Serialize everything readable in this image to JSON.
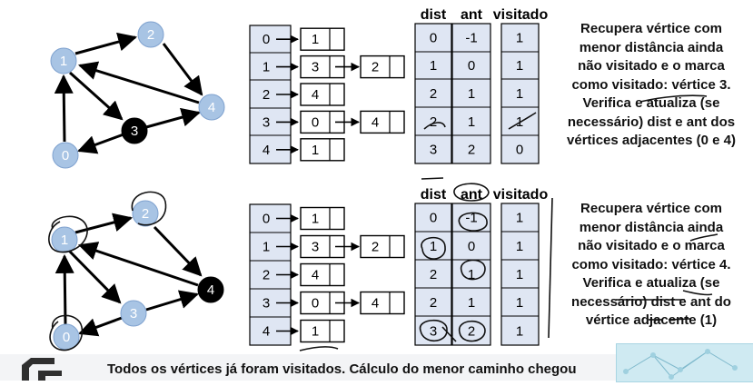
{
  "headers": {
    "dist": "dist",
    "ant": "ant",
    "visitado": "visitado"
  },
  "panels": [
    {
      "graph": {
        "highlight": "3"
      },
      "lists": [
        {
          "v": "0",
          "adj": [
            "1"
          ]
        },
        {
          "v": "1",
          "adj": [
            "3",
            "2"
          ]
        },
        {
          "v": "2",
          "adj": [
            "4"
          ]
        },
        {
          "v": "3",
          "adj": [
            "0",
            "4"
          ]
        },
        {
          "v": "4",
          "adj": [
            "1"
          ]
        }
      ],
      "dist": [
        "0",
        "1",
        "2",
        "2",
        "3"
      ],
      "ant": [
        "-1",
        "0",
        "1",
        "1",
        "2"
      ],
      "visitado": [
        "1",
        "1",
        "1",
        "1",
        "0"
      ],
      "note": [
        "Recupera vértice com",
        "menor distância ainda",
        "não visitado e o marca",
        "como visitado: vértice 3.",
        "Verifica e atualiza (se",
        "necessário) dist e ant dos",
        "vértices adjacentes (0 e 4)"
      ]
    },
    {
      "graph": {
        "highlight": "4"
      },
      "lists": [
        {
          "v": "0",
          "adj": [
            "1"
          ]
        },
        {
          "v": "1",
          "adj": [
            "3",
            "2"
          ]
        },
        {
          "v": "2",
          "adj": [
            "4"
          ]
        },
        {
          "v": "3",
          "adj": [
            "0",
            "4"
          ]
        },
        {
          "v": "4",
          "adj": [
            "1"
          ]
        }
      ],
      "dist": [
        "0",
        "1",
        "2",
        "2",
        "3"
      ],
      "ant": [
        "-1",
        "0",
        "1",
        "1",
        "2"
      ],
      "visitado": [
        "1",
        "1",
        "1",
        "1",
        "1"
      ],
      "note": [
        "Recupera vértice com",
        "menor distância ainda",
        "não visitado e o marca",
        "como visitado: vértice 4.",
        "Verifica e atualiza (se",
        "necessário) dist e ant do",
        "vértice adjacente (1)"
      ]
    }
  ],
  "footer": {
    "text": "Todos os vértices já foram visitados. Cálculo do menor caminho chegou"
  },
  "colors": {
    "node": "#a8c4e4",
    "node_highlight": "#000000",
    "cell_bg": "#dfe6f3",
    "ink": "#000000"
  }
}
